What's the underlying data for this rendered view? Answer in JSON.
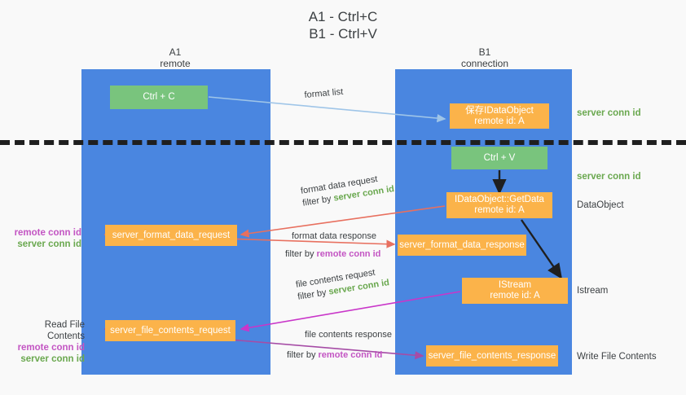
{
  "title": {
    "line1": "A1 - Ctrl+C",
    "line2": "B1 - Ctrl+V"
  },
  "columns": [
    {
      "id": "A1",
      "name": "A1",
      "subtitle": "remote"
    },
    {
      "id": "B1",
      "name": "B1",
      "subtitle": "connection"
    }
  ],
  "nodes": {
    "ctrl_c": {
      "line1": "Ctrl + C",
      "line2": "",
      "color": "#79c47d"
    },
    "save_dataobject": {
      "line1": "保存IDataObject",
      "line2": "remote id: A",
      "color": "#fbb34a"
    },
    "ctrl_v": {
      "line1": "Ctrl + V",
      "line2": "",
      "color": "#79c47d"
    },
    "getdata": {
      "line1": "IDataObject::GetData",
      "line2": "remote id: A",
      "color": "#fbb34a"
    },
    "server_format_data_request": {
      "line1": "server_format_data_request",
      "line2": "",
      "color": "#fbb34a"
    },
    "server_format_data_response": {
      "line1": "server_format_data_response",
      "line2": "",
      "color": "#fbb34a"
    },
    "istream": {
      "line1": "IStream",
      "line2": "remote id: A",
      "color": "#fbb34a"
    },
    "server_file_contents_request": {
      "line1": "server_file_contents_request",
      "line2": "",
      "color": "#fbb34a"
    },
    "server_file_contents_response": {
      "line1": "server_file_contents_response",
      "line2": "",
      "color": "#fbb34a"
    }
  },
  "right_labels": [
    {
      "text": "server conn id",
      "style": "green"
    },
    {
      "text": "server conn id",
      "style": "green"
    },
    {
      "text": "DataObject",
      "style": "plain"
    },
    {
      "text": "Istream",
      "style": "plain"
    },
    {
      "text": "Write File Contents",
      "style": "plain"
    }
  ],
  "left_labels": {
    "ids_mid": {
      "remote": "remote conn id",
      "server": "server conn id"
    },
    "read_file": {
      "heading": "Read File Contents",
      "remote": "remote conn id",
      "server": "server conn id"
    }
  },
  "edge_annotations": {
    "format_list": {
      "line1": "format list",
      "line2": "",
      "filter_prefix": "",
      "filter_value": "",
      "filter_style": ""
    },
    "format_data_request": {
      "line1": "format data request",
      "filter_prefix": "filter by ",
      "filter_value": "server conn id",
      "filter_style": "green"
    },
    "format_data_response": {
      "line1": "format data response",
      "filter_prefix": "filter by ",
      "filter_value": "remote conn id",
      "filter_style": "magenta"
    },
    "file_contents_request": {
      "line1": "file contents request",
      "filter_prefix": "filter by ",
      "filter_value": "server conn id",
      "filter_style": "green"
    },
    "file_contents_response": {
      "line1": "file contents response",
      "filter_prefix": "filter by ",
      "filter_value": "remote conn id",
      "filter_style": "magenta"
    }
  },
  "colors": {
    "column_blue": "#4a86e0",
    "node_green": "#79c47d",
    "node_orange": "#fbb34a",
    "green_text": "#6aa84f",
    "magenta_text": "#c355c3",
    "arrow_lightblue": "#9fc5e8",
    "arrow_red": "#e8705f",
    "arrow_magenta": "#c936c9",
    "arrow_purple": "#a64ca6",
    "arrow_black": "#1f1f1f",
    "divider_black": "#1f1f1f",
    "background": "#f9f9f9"
  }
}
